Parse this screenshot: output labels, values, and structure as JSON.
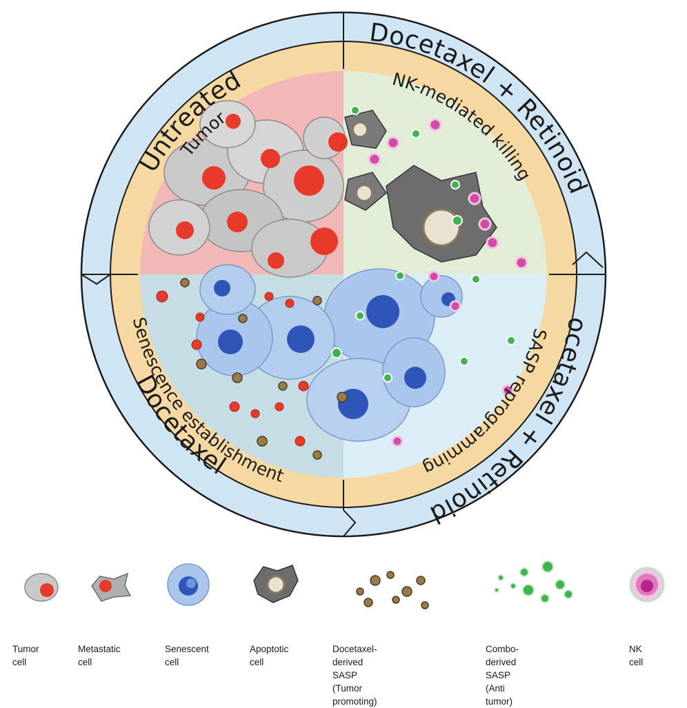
{
  "diagram": {
    "outer_ring": {
      "top_left": "Untreated",
      "top_right": "Docetaxel + Retinoids",
      "bottom_right": "Docetaxel + Retinoids",
      "bottom_left": "Docetaxel"
    },
    "inner_ring": {
      "top_left": "Tumor",
      "top_right": "NK-mediated killing",
      "bottom_right": "SASP reprogramming",
      "bottom_left": "Senescence establishment"
    },
    "colors": {
      "outer_ring": "#cfe5f4",
      "inner_ring": "#f6d9a2",
      "q_top_left": "#f2b8b7",
      "q_top_right": "#e2edd8",
      "q_bottom_right": "#dbeef5",
      "q_bottom_left": "#c5dde3",
      "tumor_cell": "#c9c9c9",
      "tumor_nucleus": "#e83a2a",
      "senescent_cell": "#a9c6ec",
      "senescent_nucleus": "#2e56b8",
      "apoptotic_cell": "#6d6d6d",
      "sasp_docetaxel": "#9a7a4a",
      "sasp_combo": "#3fb34f",
      "nk_cell": "#d24aa8"
    }
  },
  "legend": [
    {
      "label": "Tumor\ncell",
      "icon": "tumor-cell-icon"
    },
    {
      "label": "Metastatic\ncell",
      "icon": "metastatic-cell-icon"
    },
    {
      "label": "Senescent\ncell",
      "icon": "senescent-cell-icon"
    },
    {
      "label": "Apoptotic\ncell",
      "icon": "apoptotic-cell-icon"
    },
    {
      "label": "Docetaxel-derived SASP\n(Tumor promoting)",
      "icon": "docetaxel-sasp-icon"
    },
    {
      "label": "Combo-derived SASP\n(Anti tumor)",
      "icon": "combo-sasp-icon"
    },
    {
      "label": "NK cell",
      "icon": "nk-cell-icon"
    }
  ]
}
